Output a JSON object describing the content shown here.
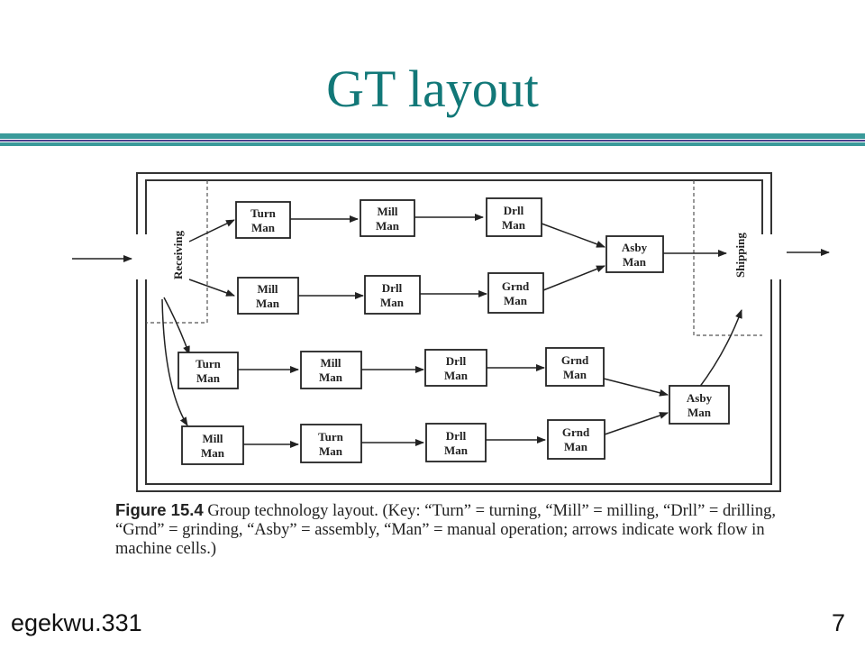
{
  "slide": {
    "title": "GT layout",
    "footer_left": "egekwu.331",
    "page_number": "7"
  },
  "colors": {
    "title": "#127878",
    "rule_teal": "#3a9a9a",
    "rule_purple": "#4a3f8c"
  },
  "diagram": {
    "receiving_label": "Receiving",
    "shipping_label": "Shipping",
    "boxes": [
      {
        "id": "c1a",
        "line1": "Turn",
        "line2": "Man"
      },
      {
        "id": "c1b",
        "line1": "Mill",
        "line2": "Man"
      },
      {
        "id": "c1c",
        "line1": "Drll",
        "line2": "Man"
      },
      {
        "id": "c2a",
        "line1": "Mill",
        "line2": "Man"
      },
      {
        "id": "c2b",
        "line1": "Drll",
        "line2": "Man"
      },
      {
        "id": "c2c",
        "line1": "Grnd",
        "line2": "Man"
      },
      {
        "id": "a1",
        "line1": "Asby",
        "line2": "Man"
      },
      {
        "id": "c3a",
        "line1": "Turn",
        "line2": "Man"
      },
      {
        "id": "c3b",
        "line1": "Mill",
        "line2": "Man"
      },
      {
        "id": "c3c",
        "line1": "Drll",
        "line2": "Man"
      },
      {
        "id": "c3d",
        "line1": "Grnd",
        "line2": "Man"
      },
      {
        "id": "c4a",
        "line1": "Mill",
        "line2": "Man"
      },
      {
        "id": "c4b",
        "line1": "Turn",
        "line2": "Man"
      },
      {
        "id": "c4c",
        "line1": "Drll",
        "line2": "Man"
      },
      {
        "id": "c4d",
        "line1": "Grnd",
        "line2": "Man"
      },
      {
        "id": "a2",
        "line1": "Asby",
        "line2": "Man"
      }
    ]
  },
  "caption": {
    "figure_label": "Figure 15.4",
    "text": " Group technology layout. (Key: “Turn” = turning, “Mill” = milling, “Drll” = drilling, “Grnd” = grinding, “Asby” = assembly, “Man” = manual operation; arrows indicate work flow in machine cells.)"
  }
}
